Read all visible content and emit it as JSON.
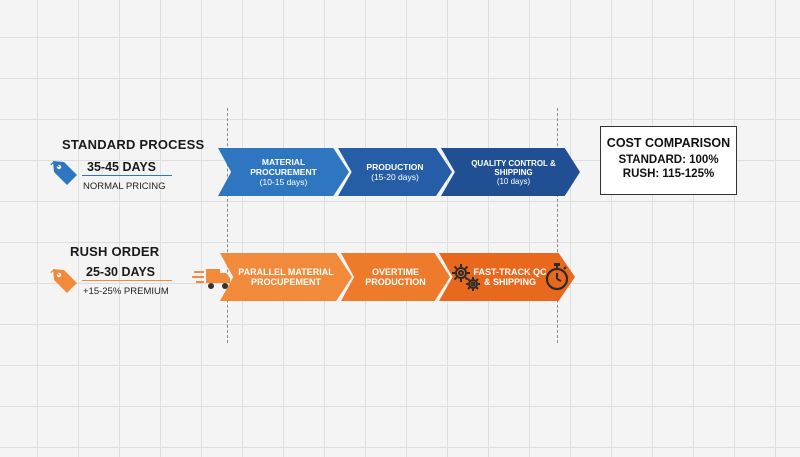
{
  "standard": {
    "title": "STANDARD PROCESS",
    "days": "35-45 DAYS",
    "pricing": "NORMAL PRICING",
    "steps": [
      {
        "line1": "MATERIAL PROCUREMENT",
        "line2": "(10-15 days)"
      },
      {
        "line1": "PRODUCTION",
        "line2": "(15-20 days)"
      },
      {
        "line1": "QUALITY CONTROL & SHIPPING",
        "line2": "(10 days)"
      }
    ]
  },
  "rush": {
    "title": "RUSH ORDER",
    "days": "25-30 DAYS",
    "pricing": "+15-25% PREMIUM",
    "steps": [
      {
        "line1": "PARALLEL MATERIAL",
        "line2": "PROCUPEMENT"
      },
      {
        "line1": "OVERTIME",
        "line2": "PRODUCTION"
      },
      {
        "line1": "FAST-TRACK QC",
        "line2": "& SHIPPING"
      }
    ]
  },
  "cost": {
    "title": "COST COMPARISON",
    "standard": "STANDARD: 100%",
    "rush": "RUSH: 115-125%"
  },
  "colors": {
    "blue": "#2f76c0",
    "orange": "#f28a3c"
  },
  "icons": [
    "price-tag-icon",
    "delivery-truck-icon",
    "gears-icon",
    "stopwatch-icon"
  ]
}
